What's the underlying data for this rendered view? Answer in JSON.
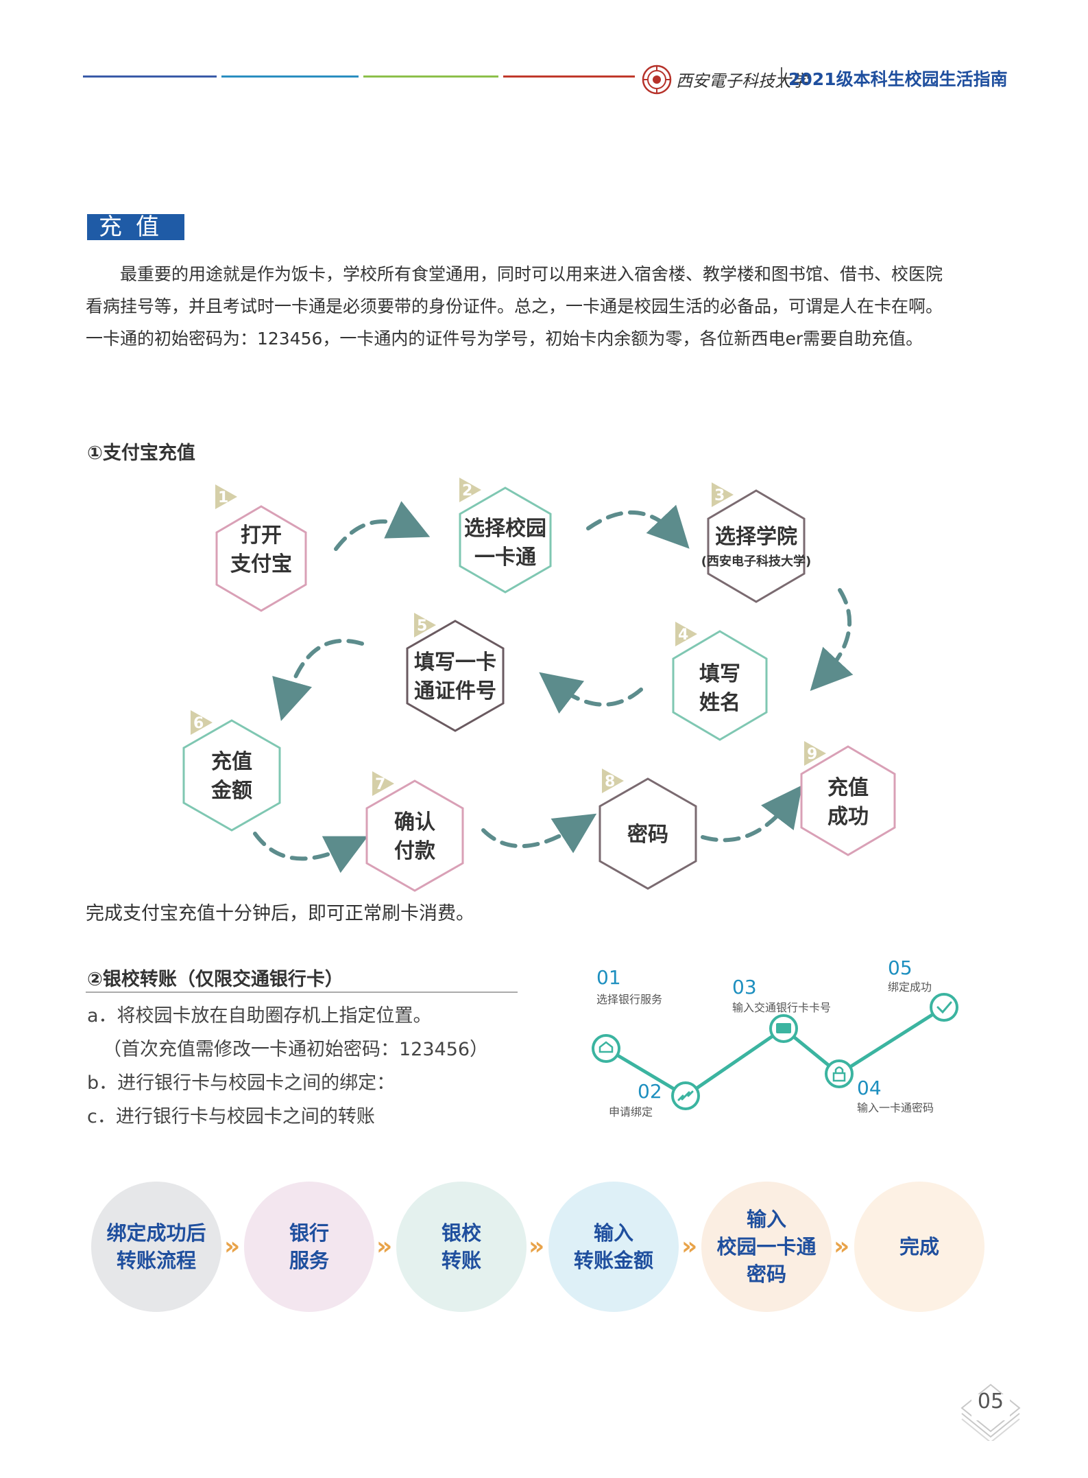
{
  "header": {
    "university": "西安電子科技大学",
    "guide_title": "2021级本科生校园生活指南"
  },
  "section": {
    "title": "充值",
    "intro_lines": [
      "最重要的用途就是作为饭卡，学校所有食堂通用，同时可以用来进入宿舍楼、教学楼和图书馆、借书、校医院",
      "看病挂号等，并且考试时一卡通是必须要带的身份证件。总之，一卡通是校园生活的必备品，可谓是人在卡在啊。",
      "一卡通的初始密码为：123456，一卡通内的证件号为学号，初始卡内余额为零，各位新西电er需要自助充值。"
    ]
  },
  "alipay": {
    "heading": "①支付宝充值",
    "steps": [
      {
        "num": "1",
        "lines": [
          "打开",
          "支付宝"
        ]
      },
      {
        "num": "2",
        "lines": [
          "选择校园",
          "一卡通"
        ]
      },
      {
        "num": "3",
        "lines": [
          "选择学院"
        ],
        "sub": "(西安电子科技大学)"
      },
      {
        "num": "4",
        "lines": [
          "填写",
          "姓名"
        ]
      },
      {
        "num": "5",
        "lines": [
          "填写一卡",
          "通证件号"
        ]
      },
      {
        "num": "6",
        "lines": [
          "充值",
          "金额"
        ]
      },
      {
        "num": "7",
        "lines": [
          "确认",
          "付款"
        ]
      },
      {
        "num": "8",
        "lines": [
          "密码"
        ]
      },
      {
        "num": "9",
        "lines": [
          "充值",
          "成功"
        ]
      }
    ],
    "note": "完成支付宝充值十分钟后，即可正常刷卡消费。"
  },
  "bank": {
    "heading": "②银校转账（仅限交通银行卡）",
    "items": [
      "a．将校园卡放在自助圈存机上指定位置。",
      "（首次充值需修改一卡通初始密码：123456）",
      "b．进行银行卡与校园卡之间的绑定：",
      "c．进行银行卡与校园卡之间的转账"
    ],
    "zigzag": [
      {
        "num": "01",
        "label": "选择银行服务"
      },
      {
        "num": "02",
        "label": "申请绑定"
      },
      {
        "num": "03",
        "label": "输入交通银行卡卡号"
      },
      {
        "num": "04",
        "label": "输入一卡通密码"
      },
      {
        "num": "05",
        "label": "绑定成功"
      }
    ]
  },
  "flow": {
    "items": [
      {
        "label": "绑定成功后\n转账流程",
        "bg": "#e6e7e9"
      },
      {
        "label": "银行\n服务",
        "bg": "#f3e6ef"
      },
      {
        "label": "银校\n转账",
        "bg": "#e4f1ee"
      },
      {
        "label": "输入\n转账金额",
        "bg": "#def0f7"
      },
      {
        "label": "输入\n校园一卡通\n密码",
        "bg": "#fbeee2"
      },
      {
        "label": "完成",
        "bg": "#fdf1e4"
      }
    ],
    "separator": "»"
  },
  "page_number": "05"
}
